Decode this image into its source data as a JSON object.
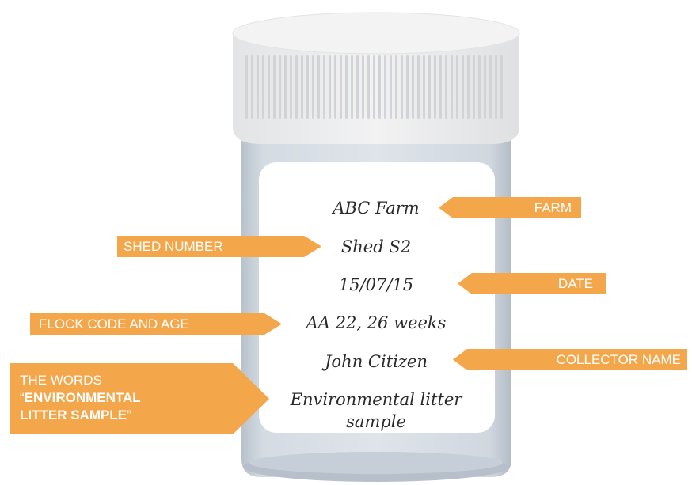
{
  "sample": {
    "farm": "ABC Farm",
    "shed": "Shed S2",
    "date": "15/07/15",
    "flock": "AA 22, 26 weeks",
    "collector": "John Citizen",
    "description": "Environmental litter sample"
  },
  "callouts": {
    "farm": "FARM",
    "shed_number": "SHED NUMBER",
    "date": "DATE",
    "flock_code_and_age": "FLOCK CODE AND AGE",
    "collector_name": "COLLECTOR NAME",
    "words": {
      "line1": "THE WORDS",
      "open_quote": "“",
      "line2_bold": "ENVIRONMENTAL",
      "line3_bold": "LITTER SAMPLE",
      "close_quote": "”"
    }
  },
  "colors": {
    "callout": "#f4a64a",
    "cap": "#eeeeef",
    "jar_glass": "#c9d0d8",
    "label_paper": "#ffffff"
  }
}
